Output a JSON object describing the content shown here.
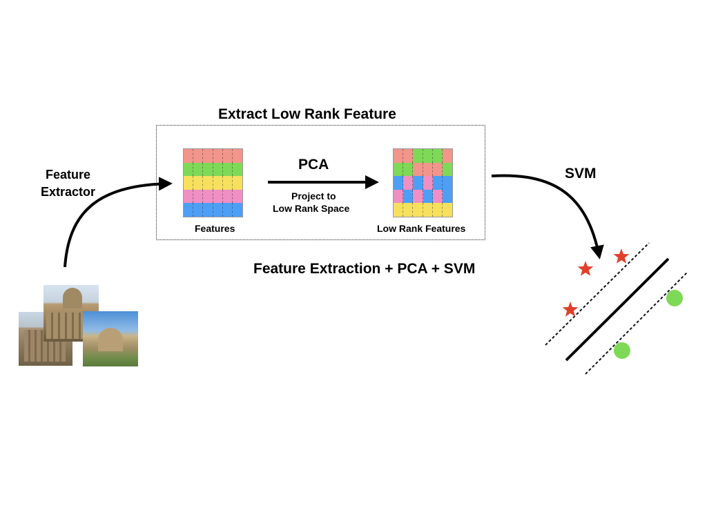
{
  "title": "Extract Low Rank Feature",
  "feature_extractor": {
    "line1": "Feature",
    "line2": "Extractor"
  },
  "features_label": "Features",
  "pca": {
    "label": "PCA",
    "sub1": "Project to",
    "sub2": "Low Rank Space"
  },
  "low_rank_label": "Low Rank Features",
  "svm_label": "SVM",
  "caption": "Feature Extraction + PCA + SVM",
  "colors": {
    "salmon": "#f2958a",
    "green": "#7ed957",
    "yellow": "#f6e05e",
    "pink": "#ef8fc4",
    "blue": "#4d9ff5",
    "star": "#e0402a",
    "dot": "#7ed957"
  },
  "features_rows": [
    "salmon",
    "green",
    "yellow",
    "pink",
    "blue"
  ],
  "low_rank_grid": [
    [
      "salmon",
      "salmon",
      "green",
      "green",
      "green",
      "salmon"
    ],
    [
      "green",
      "green",
      "salmon",
      "salmon",
      "salmon",
      "green"
    ],
    [
      "blue",
      "pink",
      "blue",
      "pink",
      "blue",
      "blue"
    ],
    [
      "pink",
      "blue",
      "pink",
      "blue",
      "pink",
      "blue"
    ],
    [
      "yellow",
      "yellow",
      "yellow",
      "yellow",
      "yellow",
      "yellow"
    ]
  ],
  "svm_plot": {
    "class_a_marker": "star",
    "class_b_marker": "circle"
  }
}
